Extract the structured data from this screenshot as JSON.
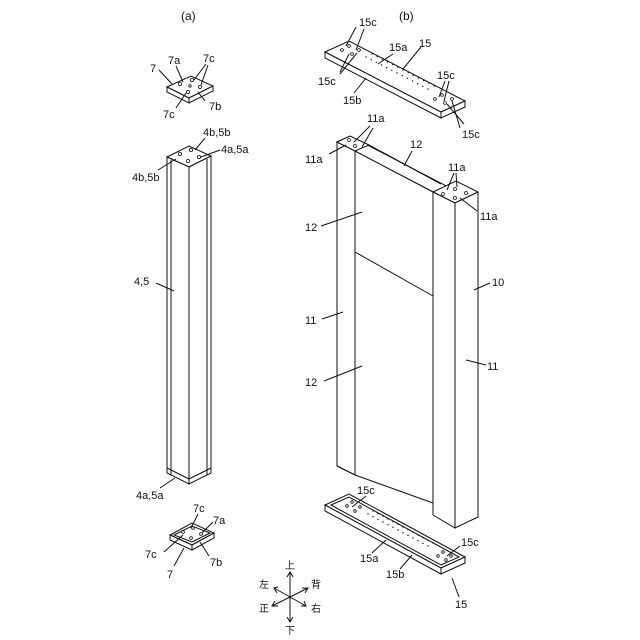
{
  "captions": {
    "a": "(a)",
    "b": "(b)"
  },
  "labels_a": {
    "top_plate": "7",
    "top_7a": "7a",
    "top_7c_upper": "7c",
    "top_7c_lower": "7c",
    "top_7b": "7b",
    "col_top_right1": "4b,5b",
    "col_top_right2": "4a,5a",
    "col_top_left": "4b,5b",
    "col_middle": "4,5",
    "col_bottom": "4a,5a",
    "bot_7c_upper": "7c",
    "bot_7a": "7a",
    "bot_7c_lower": "7c",
    "bot_7b": "7b",
    "bot_plate": "7"
  },
  "labels_b": {
    "top_15c_1": "15c",
    "top_15a": "15a",
    "top_15": "15",
    "top_15c_2": "15c",
    "top_15c_3": "15c",
    "top_15b": "15b",
    "top_15c_4": "15c",
    "post_11a_1": "11a",
    "post_11a_2": "11a",
    "panel_12_top": "12",
    "post_11a_3": "11a",
    "post_11a_4": "11a",
    "panel_12_mid": "12",
    "frame_10": "10",
    "post_11_left": "11",
    "post_11_right": "11",
    "panel_12_low": "12",
    "bot_15c_1": "15c",
    "bot_15c_2": "15c",
    "bot_15a": "15a",
    "bot_15b": "15b",
    "bot_15": "15"
  },
  "compass": {
    "up": "上",
    "down": "下",
    "left": "左",
    "right": "右",
    "back": "背",
    "front": "正"
  }
}
